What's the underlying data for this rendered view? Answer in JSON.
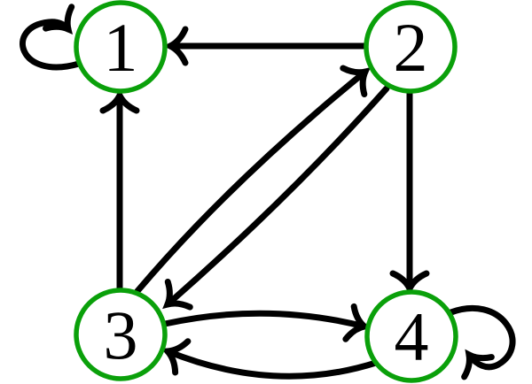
{
  "diagram": {
    "type": "directed-graph",
    "background_color": "#ffffff",
    "colors": {
      "node_stroke": "#0aa00a",
      "node_fill": "#ffffff",
      "edge": "#000000",
      "label": "#000000"
    },
    "nodes": [
      {
        "id": "1",
        "label": "1",
        "position": "top-left"
      },
      {
        "id": "2",
        "label": "2",
        "position": "top-right"
      },
      {
        "id": "3",
        "label": "3",
        "position": "bottom-left"
      },
      {
        "id": "4",
        "label": "4",
        "position": "bottom-right"
      }
    ],
    "edges": [
      {
        "from": "1",
        "to": "1",
        "style": "self-loop-left"
      },
      {
        "from": "2",
        "to": "1",
        "style": "straight"
      },
      {
        "from": "3",
        "to": "1",
        "style": "straight"
      },
      {
        "from": "3",
        "to": "2",
        "style": "curved"
      },
      {
        "from": "2",
        "to": "3",
        "style": "curved"
      },
      {
        "from": "2",
        "to": "4",
        "style": "straight"
      },
      {
        "from": "3",
        "to": "4",
        "style": "curved"
      },
      {
        "from": "4",
        "to": "3",
        "style": "curved"
      },
      {
        "from": "4",
        "to": "4",
        "style": "self-loop-right"
      }
    ]
  }
}
